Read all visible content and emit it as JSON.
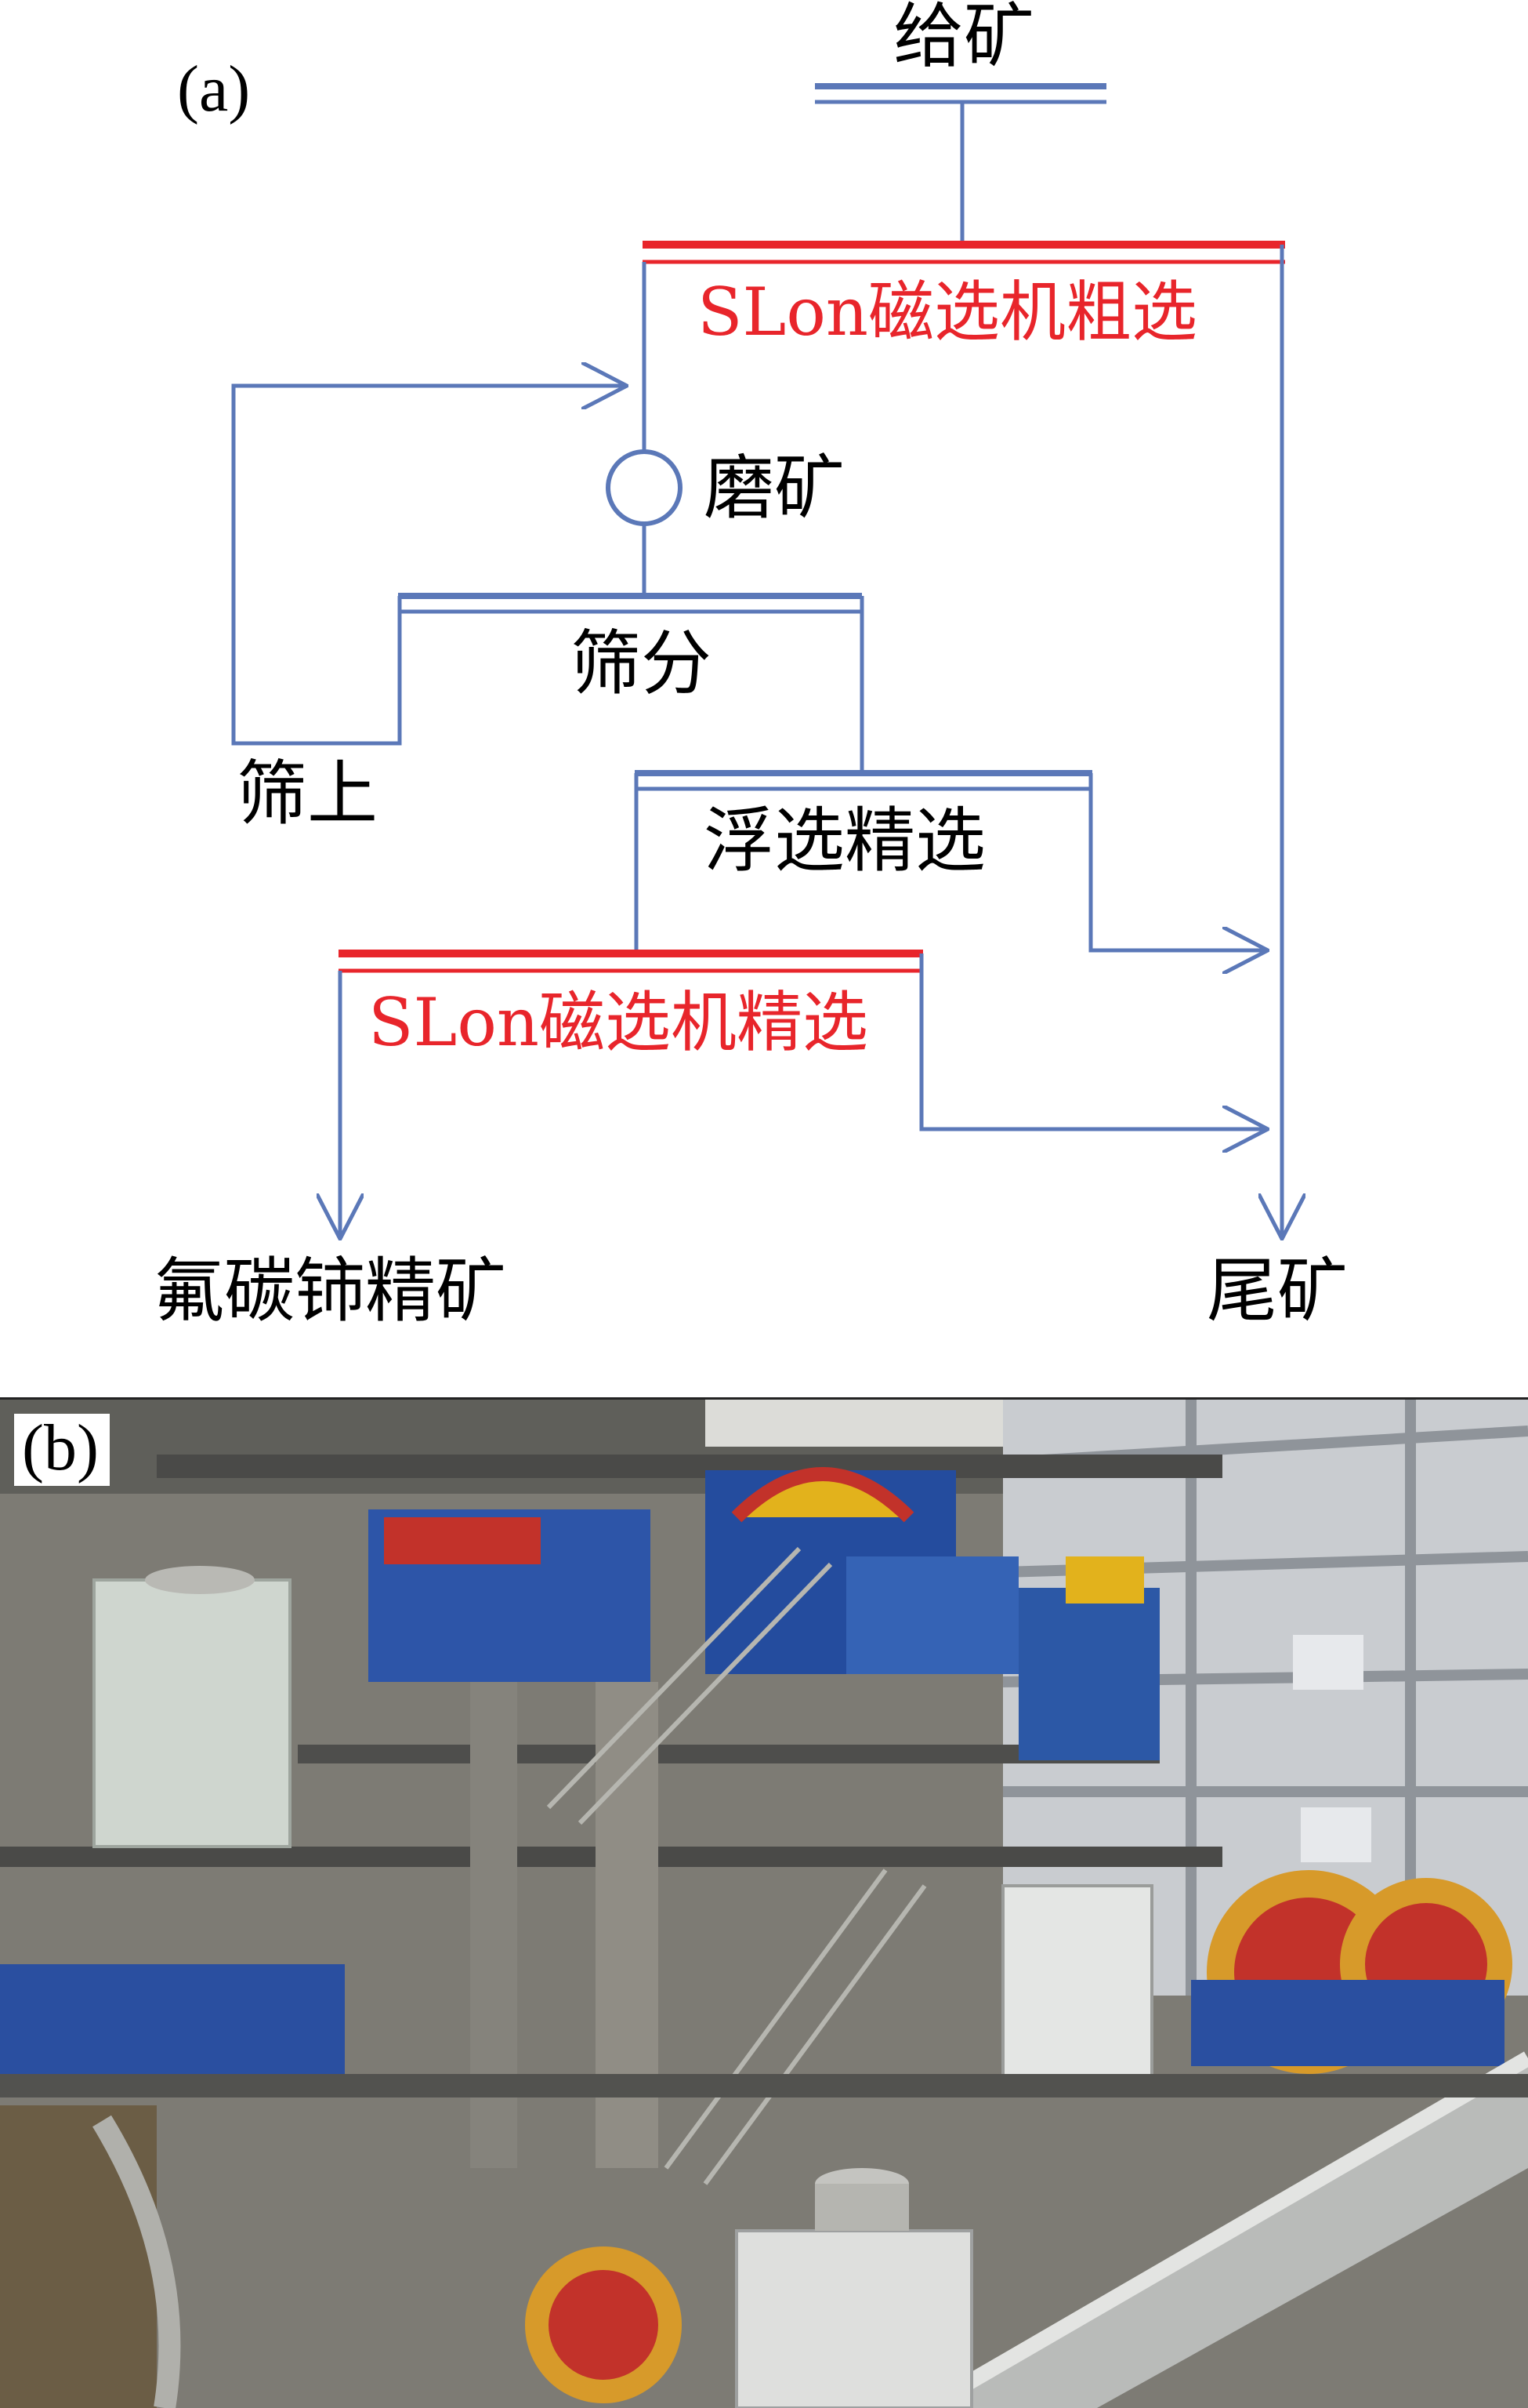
{
  "panel_a": {
    "tag": "(a)",
    "nodes": {
      "feed": "给矿",
      "rougher": "SLon磁选机粗选",
      "grinding": "磨矿",
      "screening": "筛分",
      "oversize": "筛上",
      "flotation": "浮选精选",
      "cleaner": "SLon磁选机精选",
      "concentrate": "氟碳铈精矿",
      "tailings": "尾矿"
    },
    "colors": {
      "flow_line": "#5b78b8",
      "slon_bar": "#e8252b",
      "text_red": "#e8252b"
    }
  },
  "panel_b": {
    "tag": "(b)",
    "image": "industrial plant with SLon magnetic separators (photo)"
  }
}
